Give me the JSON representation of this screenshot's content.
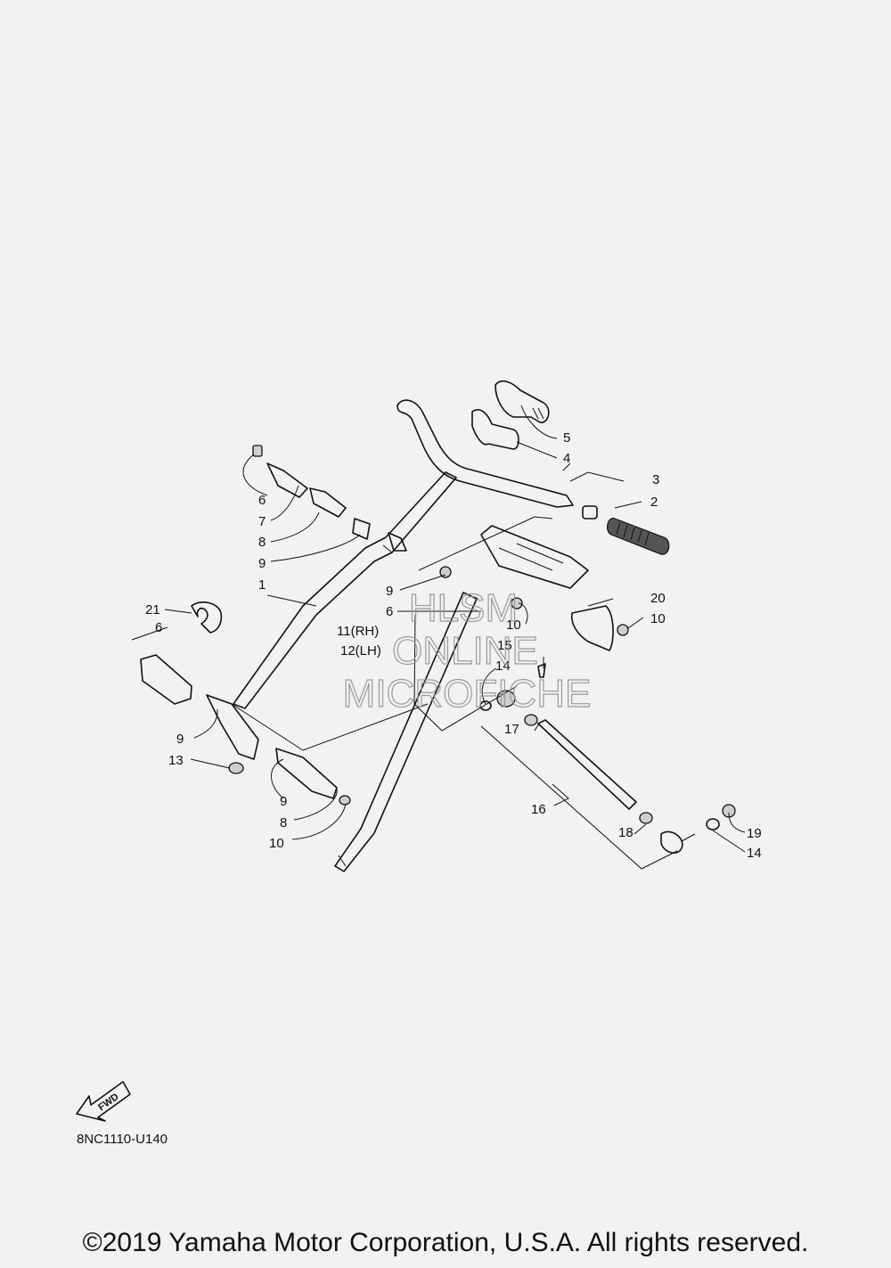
{
  "diagram": {
    "code": "8NC1110-U140",
    "fwd_label": "FWD",
    "copyright": "©2019 Yamaha Motor Corporation, U.S.A. All rights reserved."
  },
  "watermark": {
    "line1": "HLSM",
    "line2": "ONLINE",
    "line3": "MICROFICHE"
  },
  "callouts": {
    "c1": "1",
    "c2": "2",
    "c3": "3",
    "c4": "4",
    "c5": "5",
    "c6a": "6",
    "c7": "7",
    "c8a": "8",
    "c9a": "9",
    "c9b": "9",
    "c6b": "6",
    "c10a": "10",
    "c11": "11(RH)",
    "c12": "12(LH)",
    "c15": "15",
    "c14a": "14",
    "c20": "20",
    "c10b": "10",
    "c21": "21",
    "c6c": "6",
    "c9c": "9",
    "c13": "13",
    "c9d": "9",
    "c8b": "8",
    "c10c": "10",
    "c17": "17",
    "c16": "16",
    "c18": "18",
    "c19": "19",
    "c14b": "14"
  }
}
